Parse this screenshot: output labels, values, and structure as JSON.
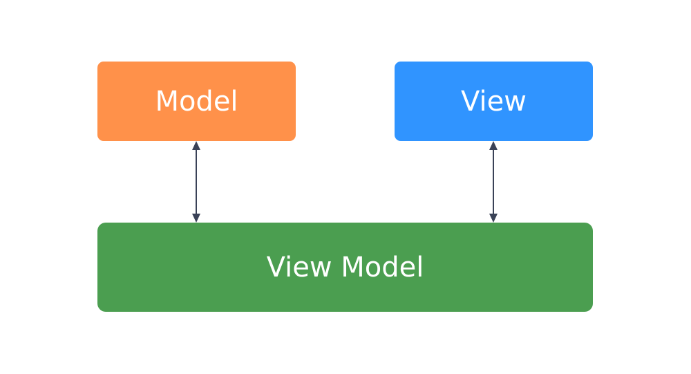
{
  "boxes": {
    "model": {
      "label": "Model",
      "color": "#FF914A"
    },
    "view": {
      "label": "View",
      "color": "#3094FF"
    },
    "view_model": {
      "label": "View Model",
      "color": "#4B9E50"
    }
  },
  "connectors": {
    "color": "#3A4257"
  }
}
